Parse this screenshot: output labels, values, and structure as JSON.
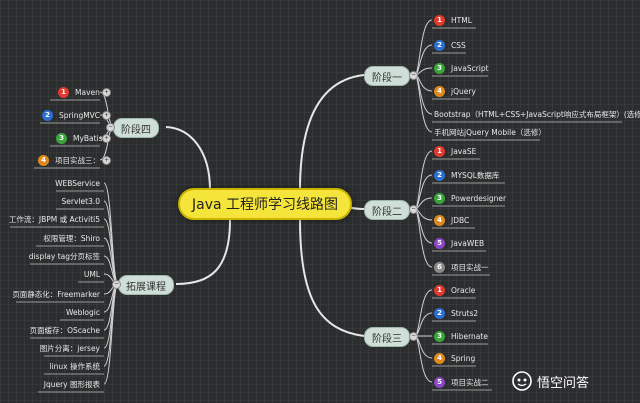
{
  "root": "Java 工程师学习线路图",
  "colors": {
    "line": "#e8e8e8",
    "root_fill": "#f5e53a",
    "num": [
      "#e23a2f",
      "#2d6fd1",
      "#3aa63a",
      "#e08a1e",
      "#8a48c8",
      "#8a8a8a"
    ]
  },
  "branches": {
    "stage1": {
      "label": "阶段一",
      "items": [
        "HTML",
        "CSS",
        "JavaScript",
        "jQuery",
        "Bootstrap（HTML+CSS+JavaScript响应式布局框架）(选修)",
        "手机网站jQuery Mobile（选修）"
      ]
    },
    "stage2": {
      "label": "阶段二",
      "items": [
        "JavaSE",
        "MYSQL数据库",
        "Powerdesigner",
        "JDBC",
        "JavaWEB",
        "项目实战一"
      ]
    },
    "stage3": {
      "label": "阶段三",
      "items": [
        "Oracle",
        "Struts2",
        "Hibernate",
        "Spring",
        "项目实战二"
      ]
    },
    "stage4": {
      "label": "阶段四",
      "items": [
        "Maven",
        "SpringMVC",
        "MyBatis",
        "项目实战三："
      ]
    },
    "expand": {
      "label": "拓展课程",
      "items": [
        "WEBService",
        "Servlet3.0",
        "工作流：JBPM 或 Activiti5",
        "权限管理：Shiro",
        "display tag分页标签",
        "UML",
        "页面静态化：Freemarker",
        "Weblogic",
        "页面缓存：OScache",
        "图片分离：jersey",
        "linux 操作系统",
        "Jquery 图形报表"
      ]
    }
  },
  "watermark": "悟空问答"
}
